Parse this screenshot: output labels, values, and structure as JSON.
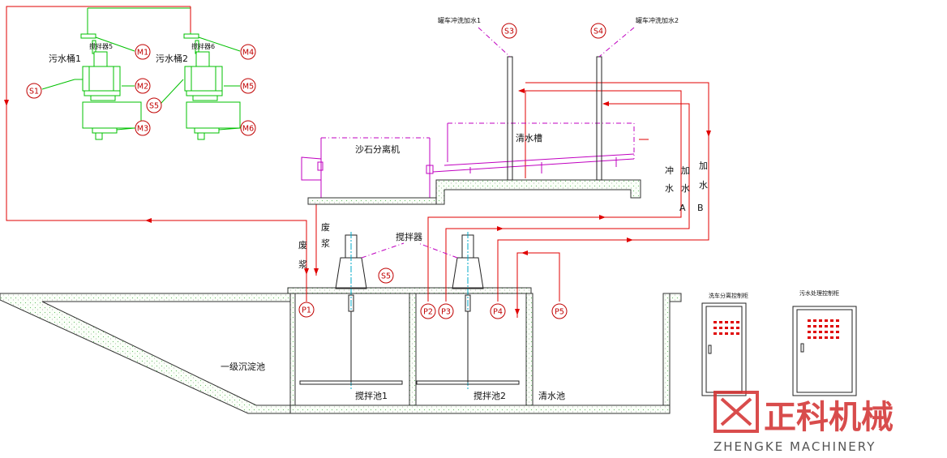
{
  "tanks": {
    "sewage1": "污水桶1",
    "sewage2": "污水桶2",
    "stirrer5": "搅拌器5",
    "stirrer6": "搅拌器6"
  },
  "machines": {
    "separator": "沙石分离机",
    "clean_trough": "清水槽",
    "spray1": "罐车冲洗加水1",
    "spray2": "罐车冲洗加水2"
  },
  "pipes": {
    "slurry_left": [
      "废",
      "浆"
    ],
    "slurry_mid": [
      "废",
      "浆"
    ],
    "mixer": "搅拌器",
    "flush": [
      "冲",
      "水"
    ],
    "feed_a": [
      "加",
      "水",
      "A"
    ],
    "feed_b": [
      "加",
      "水",
      "B"
    ]
  },
  "pools": {
    "primary": "一级沉淀池",
    "mix1": "搅拌池1",
    "mix2": "搅拌池2",
    "clean": "清水池"
  },
  "cabinets": {
    "cab1": "洗车分离控制柜",
    "cab2": "污水处理控制柜"
  },
  "labels": {
    "M1": "M1",
    "M2": "M2",
    "M3": "M3",
    "M4": "M4",
    "M5": "M5",
    "M6": "M6",
    "S1": "S1",
    "S3": "S3",
    "S4": "S4",
    "S5a": "S5",
    "S5b": "S5",
    "P1": "P1",
    "P2": "P2",
    "P3": "P3",
    "P4": "P4",
    "P5": "P5"
  },
  "logo": {
    "cn": "正科机械",
    "en": "ZHENGKE MACHINERY"
  },
  "colors": {
    "pipe": "#e00000",
    "equipment": "#00c000",
    "separator": "#c000c0",
    "logo": "#d22d2d"
  }
}
